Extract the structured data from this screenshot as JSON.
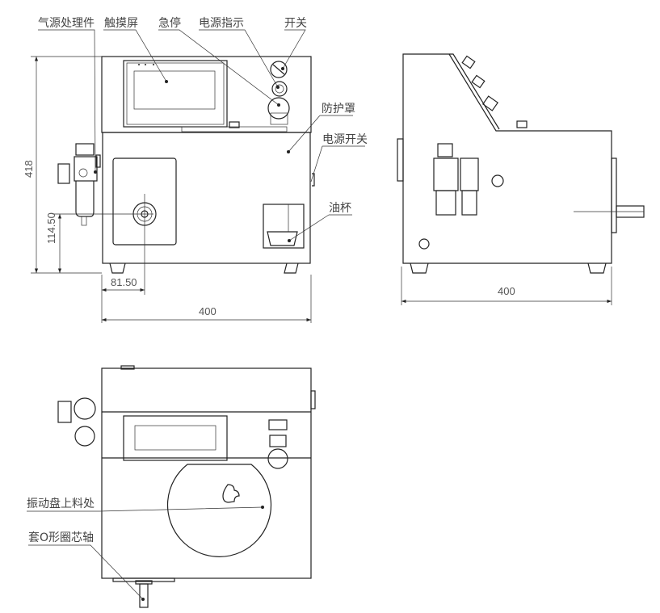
{
  "labels": {
    "air_treatment": "气源处理件",
    "touch_screen": "触摸屏",
    "emergency_stop": "急停",
    "power_indicator": "电源指示",
    "switch": "开关",
    "guard": "防护罩",
    "power_switch": "电源开关",
    "oil_cup": "油杯",
    "vibratory_feed": "振动盘上料处",
    "o_ring_mandrel": "套O形圈芯轴"
  },
  "dimensions": {
    "height": "418",
    "center_height": "114.50",
    "center_offset": "81.50",
    "front_width": "400",
    "side_width": "400"
  },
  "colors": {
    "line": "#222222",
    "text": "#444444"
  }
}
